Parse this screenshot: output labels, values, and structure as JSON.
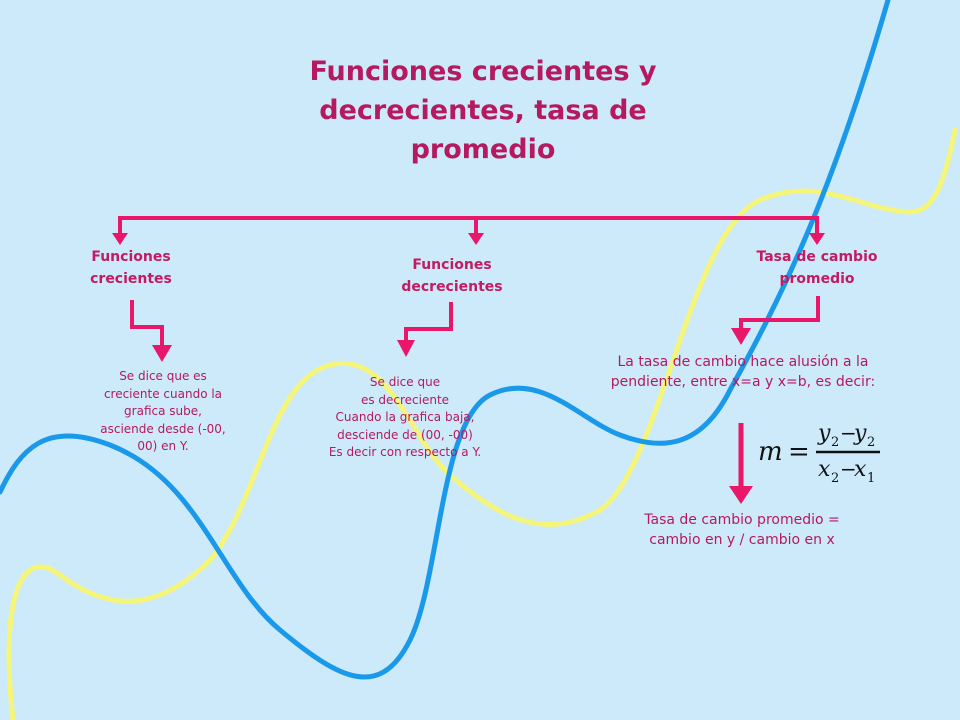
{
  "title": "Funciones crecientes y decrecientes, tasa de promedio",
  "branches": [
    {
      "heading": "Funciones crecientes",
      "text": "Se dice que es creciente cuando la grafica sube, asciende desde (-00, 00) en Y."
    },
    {
      "heading": "Funciones decrecientes",
      "text_lines": [
        "Se dice que",
        "es decreciente",
        "Cuando la grafica baja,",
        "desciende de (00, -00)",
        "Es decir con respecto a Y."
      ]
    },
    {
      "heading": "Tasa de cambio promedio",
      "text": "La tasa de cambio hace alusión a la pendiente, entre x=a y x=b,  es decir:",
      "conclusion": "Tasa de cambio promedio = cambio en y / cambio en x"
    }
  ],
  "formula": {
    "lhs": "m",
    "equals": "=",
    "numerator_a": "y",
    "numerator_a_sub": "2",
    "numerator_b": "y",
    "numerator_b_sub": "2",
    "denominator_a": "x",
    "denominator_a_sub": "2",
    "denominator_b": "x",
    "denominator_b_sub": "1",
    "minus": "−"
  },
  "colors": {
    "background": "#cdeafb",
    "connector": "#e8176a",
    "title": "#b5195f",
    "blue_curve": "#1a99ea",
    "yellow_curve": "#f5f57a"
  }
}
